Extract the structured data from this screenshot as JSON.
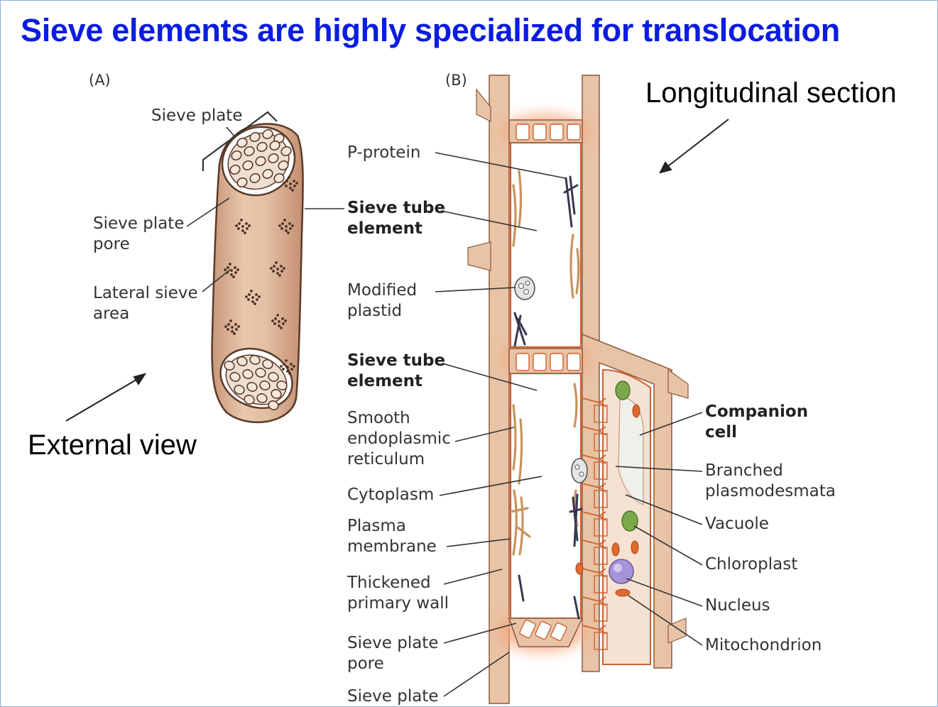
{
  "title": "Sieve elements are highly specialized for translocation",
  "panels": {
    "a": "(A)",
    "b": "(B)"
  },
  "view_labels": {
    "external": "External view",
    "longitudinal": "Longitudinal section"
  },
  "panel_a_labels": {
    "sieve_plate": "Sieve plate",
    "sieve_plate_pore": [
      "Sieve plate",
      "pore"
    ],
    "lateral_sieve_area": [
      "Lateral sieve",
      "area"
    ]
  },
  "panel_b_left_labels": {
    "p_protein": "P-protein",
    "sieve_tube_element_1": [
      "Sieve tube",
      "element"
    ],
    "modified_plastid": [
      "Modified",
      "plastid"
    ],
    "sieve_tube_element_2": [
      "Sieve tube",
      "element"
    ],
    "smooth_er": [
      "Smooth",
      "endoplasmic",
      "reticulum"
    ],
    "cytoplasm": "Cytoplasm",
    "plasma_membrane": [
      "Plasma",
      "membrane"
    ],
    "thickened_wall": [
      "Thickened",
      "primary wall"
    ],
    "sieve_plate_pore": [
      "Sieve plate",
      "pore"
    ],
    "sieve_plate": "Sieve plate"
  },
  "panel_b_right_labels": {
    "companion_cell": [
      "Companion",
      "cell"
    ],
    "branched_plasmodesmata": [
      "Branched",
      "plasmodesmata"
    ],
    "vacuole": "Vacuole",
    "chloroplast": "Chloroplast",
    "nucleus": "Nucleus",
    "mitochondrion": "Mitochondrion"
  },
  "colors": {
    "title": "#0a1de0",
    "cell_wall": "#e9c4a6",
    "cell_body": "#d9ae8c",
    "membrane": "#d2602e",
    "glow": "#f7b089",
    "chloroplast": "#7aa84a",
    "nucleus": "#a594d8"
  }
}
